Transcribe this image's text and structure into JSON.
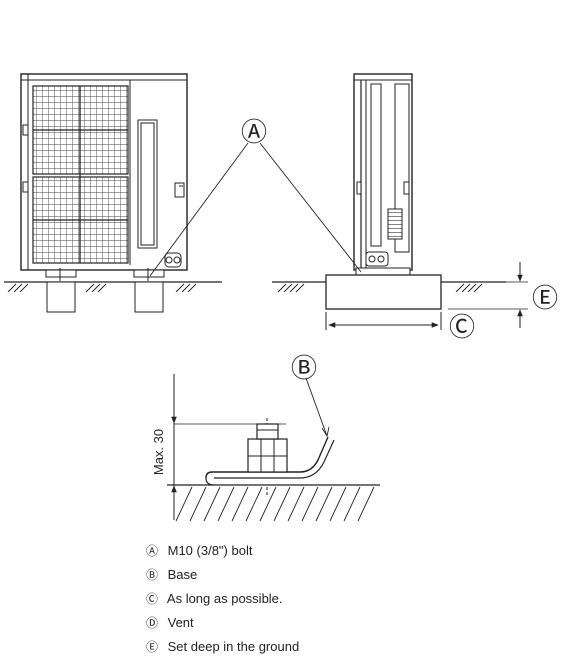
{
  "callouts": {
    "bolt": "Ⓐ",
    "base": "Ⓑ",
    "length": "Ⓒ",
    "depth": "Ⓔ"
  },
  "dimension": {
    "max_label": "Max. 30"
  },
  "legend": [
    {
      "mark": "Ⓐ",
      "text": "M10 (3/8\") bolt"
    },
    {
      "mark": "Ⓑ",
      "text": "Base"
    },
    {
      "mark": "Ⓒ",
      "text": "As long as possible."
    },
    {
      "mark": "Ⓓ",
      "text": "Vent"
    },
    {
      "mark": "Ⓔ",
      "text": "Set deep in the ground"
    }
  ]
}
